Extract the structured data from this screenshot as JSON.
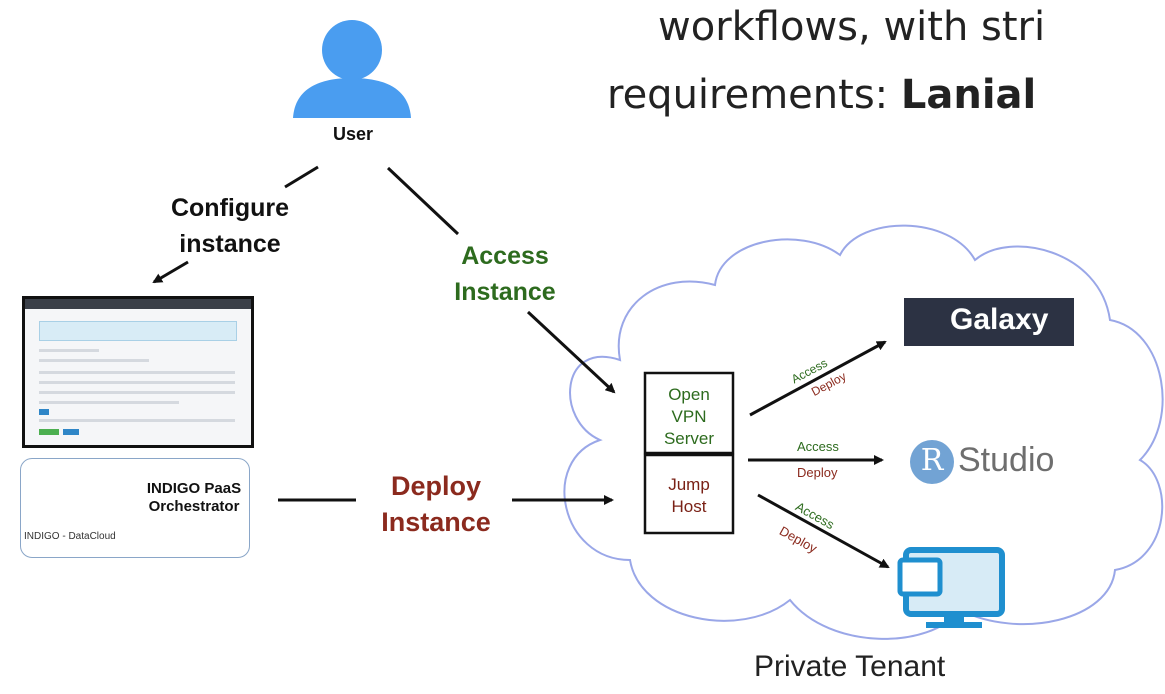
{
  "slide": {
    "line1": "workflows, with stri",
    "line2_prefix": "requirements: ",
    "line2_bold": "Lanial"
  },
  "user": {
    "label": "User",
    "icon": "user-icon",
    "color": "#4a9df0"
  },
  "edges": {
    "configure": "Configure instance",
    "access": "Access Instance",
    "deploy": "Deploy Instance"
  },
  "orchestrator": {
    "name": "INDIGO PaaS Orchestrator",
    "logo_text": "INDIGO - DataCloud",
    "logo_icon": "cloud-infinity-icon"
  },
  "vpn_box": {
    "label": "Open VPN Server"
  },
  "jump_box": {
    "label": "Jump Host"
  },
  "services": {
    "galaxy": "Galaxy",
    "rstudio_r": "R",
    "rstudio": "Studio",
    "desktop_icon": "desktop-icon"
  },
  "arrow_labels": {
    "access": "Access",
    "deploy": "Deploy"
  },
  "tenant": "Private Tenant",
  "colors": {
    "green": "#2d6b1e",
    "red": "#8b2a1e",
    "cloud": "#9aa7e8",
    "galaxy_bg": "#2c3243",
    "rstudio_blue": "#72a3d4",
    "desktop_blue": "#1f8fcf"
  }
}
